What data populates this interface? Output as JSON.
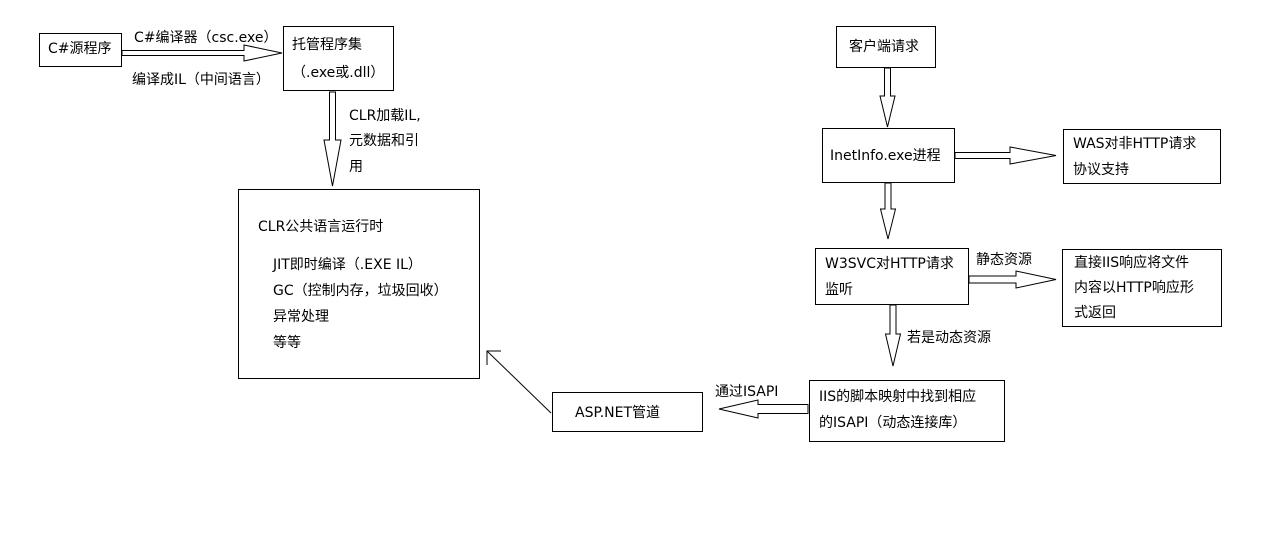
{
  "nodes": {
    "csharp_source": "C#源程序",
    "managed_assembly": [
      "托管程序集",
      "（.exe或.dll）"
    ],
    "clr_runtime": {
      "title": "CLR公共语言运行时",
      "items": [
        "JIT即时编译（.EXE IL）",
        "GC（控制内存，垃圾回收）",
        "异常处理",
        "等等"
      ]
    },
    "client_request": "客户端请求",
    "inetinfo": "InetInfo.exe进程",
    "was": [
      "WAS对非HTTP请求",
      "协议支持"
    ],
    "w3svc": [
      "W3SVC对HTTP请求",
      "监听"
    ],
    "iis_direct": [
      "直接IIS响应将文件",
      "内容以HTTP响应形",
      "式返回"
    ],
    "iis_script_map": [
      "IIS的脚本映射中找到相应",
      "的ISAPI（动态连接库）"
    ],
    "aspnet_pipeline": "ASP.NET管道"
  },
  "edge_labels": {
    "compiler": "C#编译器（csc.exe）",
    "compile_to_il": "编译成IL（中间语言）",
    "clr_load": [
      "CLR加载IL,",
      "元数据和引",
      "用"
    ],
    "static_resource": "静态资源",
    "dynamic_resource": "若是动态资源",
    "via_isapi": "通过ISAPI"
  }
}
